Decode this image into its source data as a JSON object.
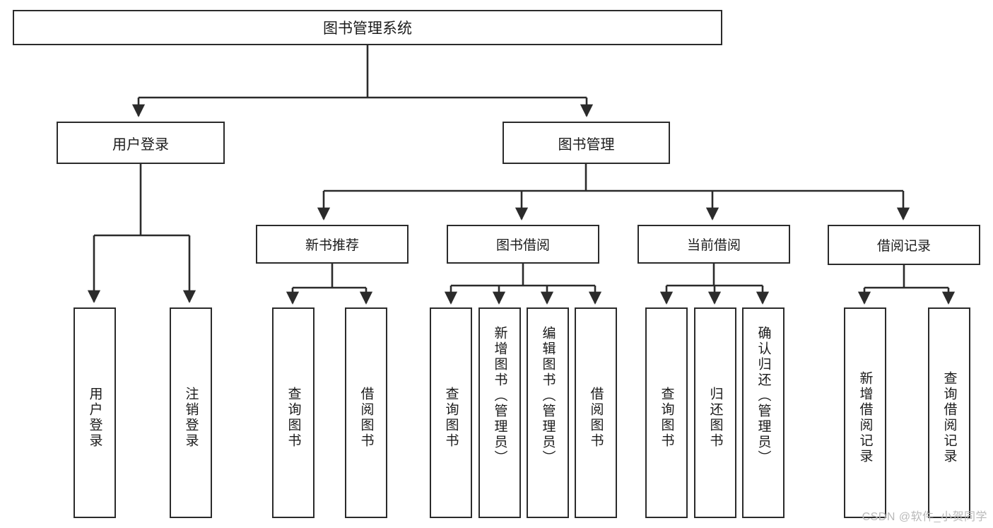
{
  "diagram": {
    "title": "图书管理系统",
    "type": "tree-hierarchy-chart",
    "root": {
      "label": "图书管理系统"
    },
    "level1": [
      {
        "label": "用户登录"
      },
      {
        "label": "图书管理"
      }
    ],
    "level2": [
      {
        "label": "新书推荐"
      },
      {
        "label": "图书借阅"
      },
      {
        "label": "当前借阅"
      },
      {
        "label": "借阅记录"
      }
    ],
    "leaves": {
      "user_login": [
        {
          "label": "用户登录"
        },
        {
          "label": "注销登录"
        }
      ],
      "new_book_recommend": [
        {
          "label": "查询图书"
        },
        {
          "label": "借阅图书"
        }
      ],
      "book_borrow": [
        {
          "label": "查询图书"
        },
        {
          "label": "新增图书（管理员）"
        },
        {
          "label": "编辑图书（管理员）"
        },
        {
          "label": "借阅图书"
        }
      ],
      "current_borrow": [
        {
          "label": "查询图书"
        },
        {
          "label": "归还图书"
        },
        {
          "label": "确认归还（管理员）"
        }
      ],
      "borrow_record": [
        {
          "label": "新增借阅记录"
        },
        {
          "label": "查询借阅记录"
        }
      ]
    }
  },
  "watermark": {
    "text": "CSDN @软件_小贺同学"
  },
  "colors": {
    "stroke": "#2b2b2b",
    "background": "#ffffff",
    "text": "#1b1b1b",
    "watermark": "#b9b9b9"
  }
}
